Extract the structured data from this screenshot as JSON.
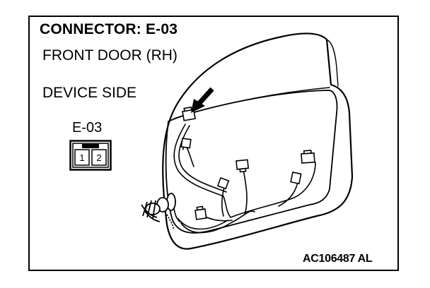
{
  "diagram": {
    "title": "CONNECTOR: E-03",
    "location": "FRONT DOOR (RH)",
    "side": "DEVICE SIDE",
    "connector_id": "E-03",
    "pins": [
      "1",
      "2"
    ],
    "reference_code": "AC106487 AL"
  },
  "colors": {
    "line": "#000000",
    "background": "#ffffff"
  },
  "icons": {
    "pointer": "arrow-icon",
    "connector": "connector-icon"
  }
}
